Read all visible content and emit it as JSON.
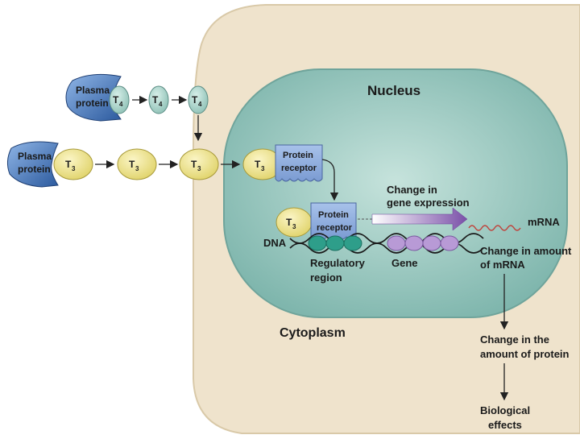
{
  "labels": {
    "nucleus": "Nucleus",
    "cytoplasm": "Cytoplasm",
    "plasma_protein_top": [
      "Plasma",
      "protein"
    ],
    "plasma_protein_left": [
      "Plasma",
      "protein"
    ],
    "t4": "T",
    "t4_sub": "4",
    "t3": "T",
    "t3_sub": "3",
    "protein_receptor": [
      "Protein",
      "receptor"
    ],
    "change_gene_expression": [
      "Change in",
      "gene expression"
    ],
    "mrna": "mRNA",
    "dna": "DNA",
    "regulatory_region": [
      "Regulatory",
      "region"
    ],
    "gene": "Gene",
    "change_mrna": [
      "Change in amount",
      "of mRNA"
    ],
    "change_protein": [
      "Change in the",
      "amount of protein"
    ],
    "biological_effects": [
      "Biological",
      "effects"
    ]
  },
  "colors": {
    "cytoplasm": "#efe3cc",
    "nucleus": "#9cc9c0",
    "hormone": "#efe58f",
    "plasma_protein": "#4a7cc0",
    "receptor": "#8aa9dc",
    "regulatory_beads": "#2e9e8a",
    "gene_beads": "#b89ad6",
    "arrow": "#222222"
  }
}
